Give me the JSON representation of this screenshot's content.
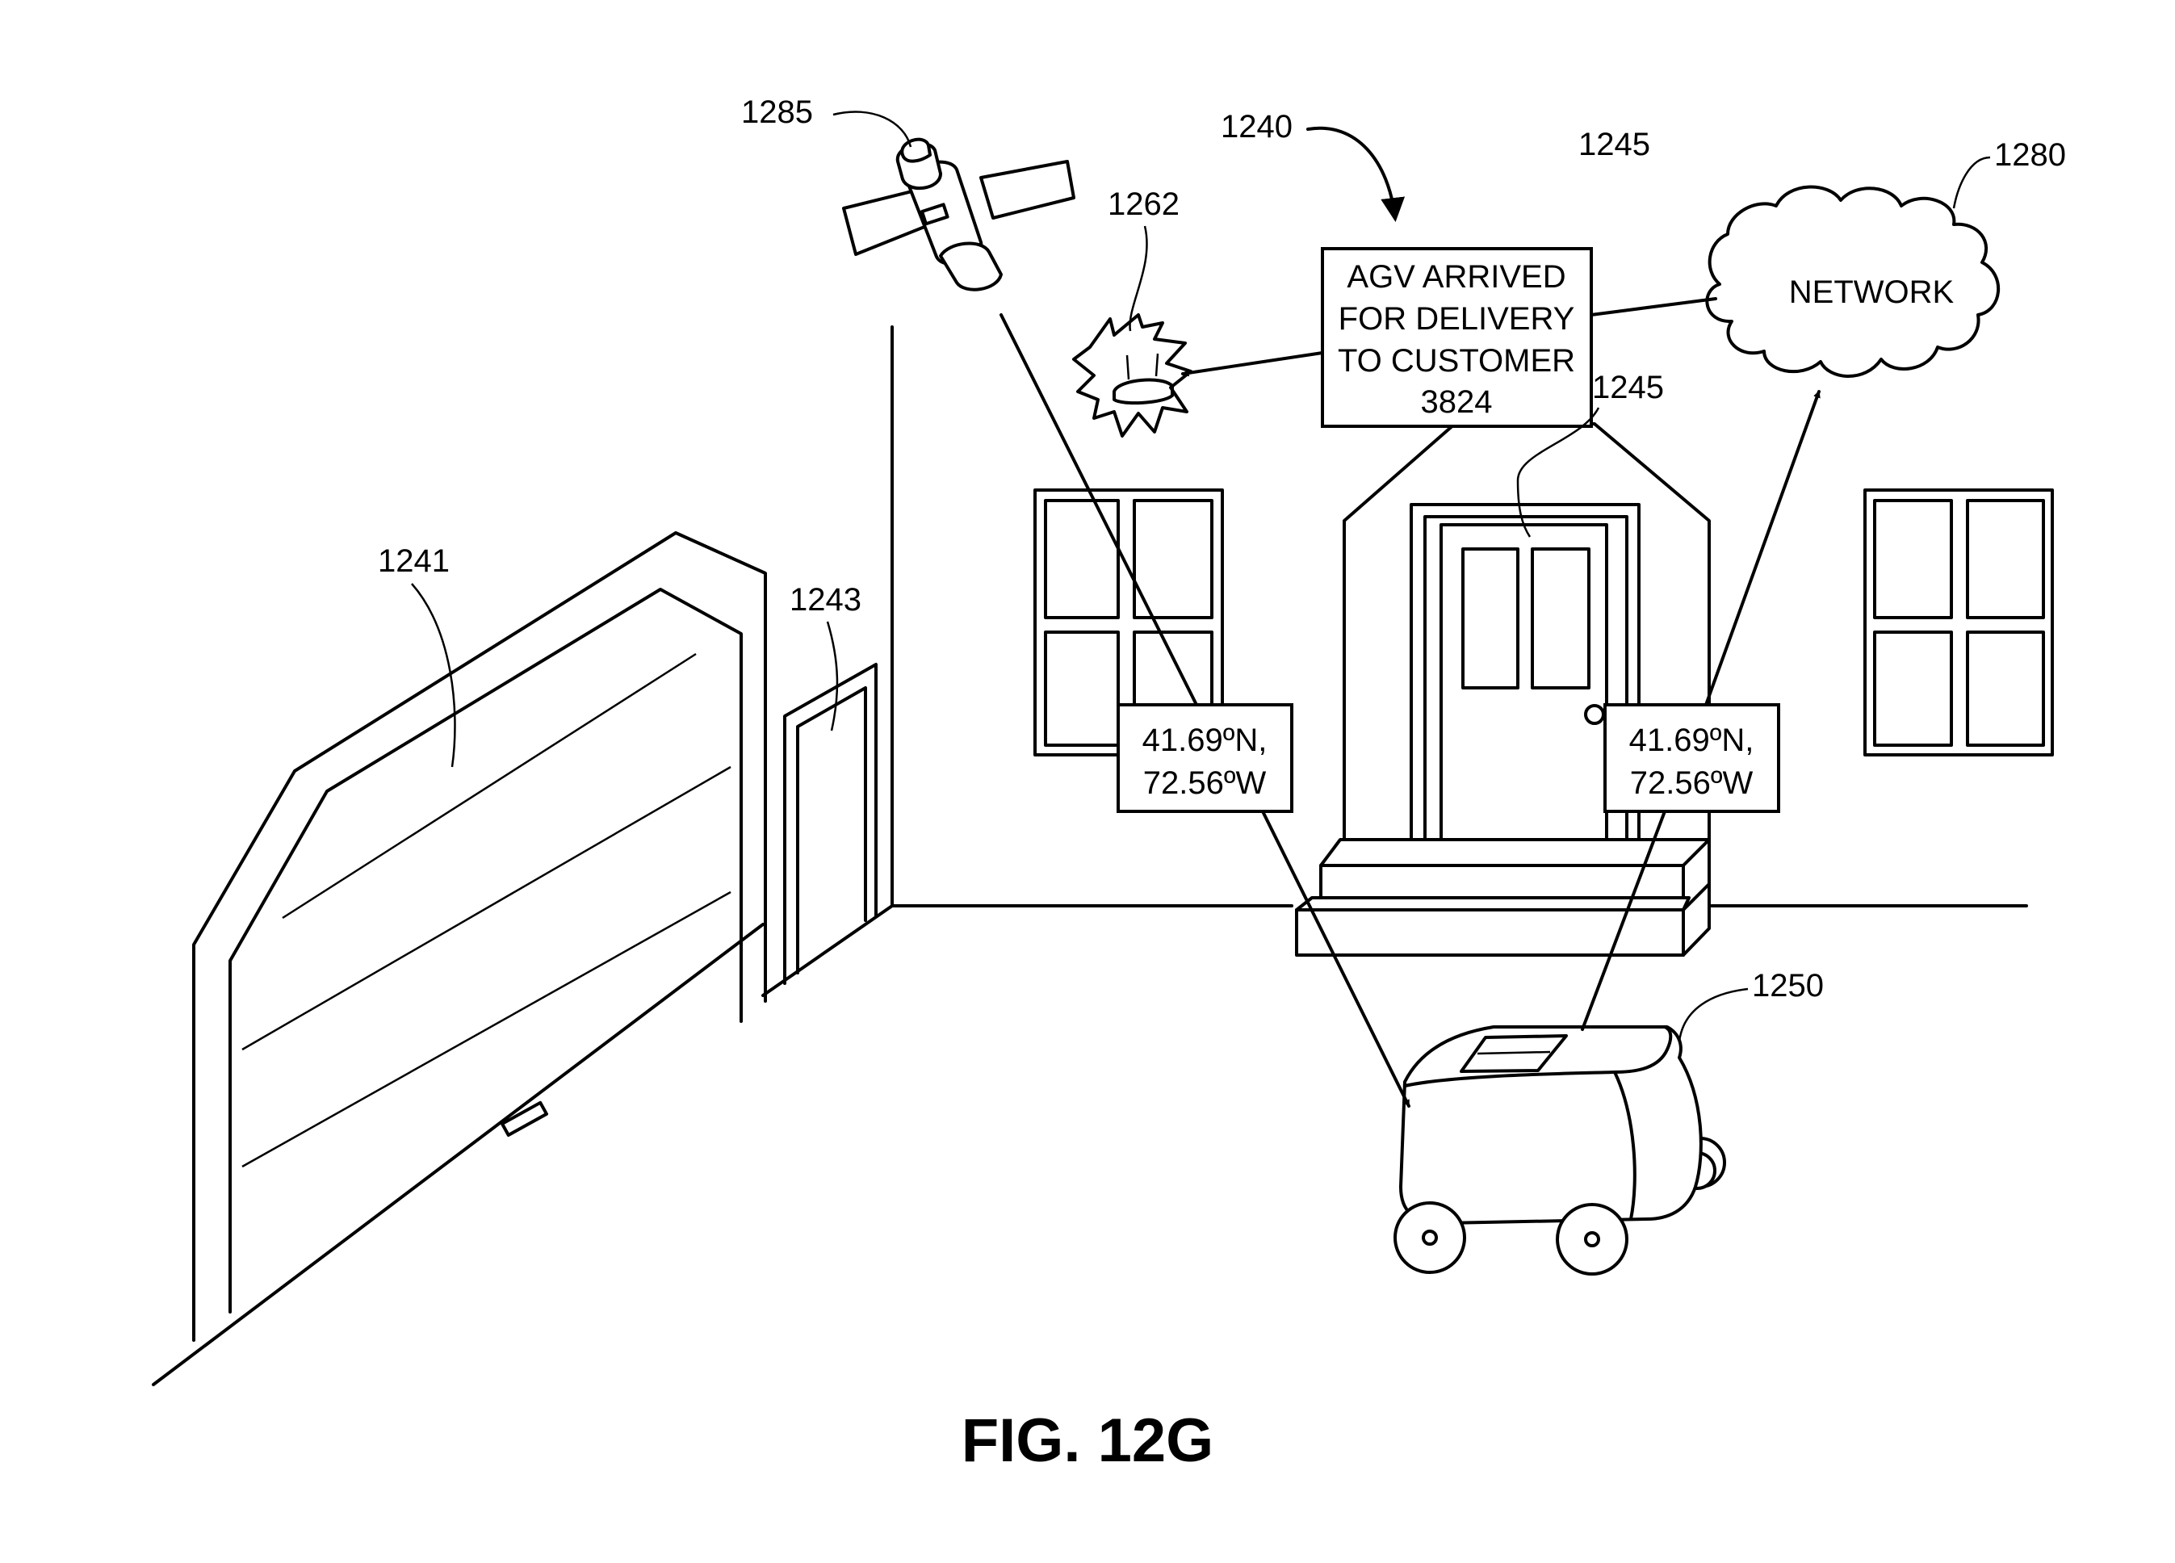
{
  "message_box": {
    "lines": [
      "AGV ARRIVED",
      "FOR DELIVERY",
      "TO CUSTOMER",
      "3824"
    ]
  },
  "network_label": "NETWORK",
  "coord_left": {
    "lat": "41.69ºN,",
    "lon": "72.56ºW"
  },
  "coord_right": {
    "lat": "41.69ºN,",
    "lon": "72.56ºW"
  },
  "refs": {
    "satellite": "1285",
    "scene": "1240",
    "house_top": "1245",
    "door": "1245",
    "network": "1280",
    "device": "1262",
    "garage_door": "1241",
    "side_door": "1243",
    "agv": "1250"
  },
  "caption": "FIG. 12G"
}
